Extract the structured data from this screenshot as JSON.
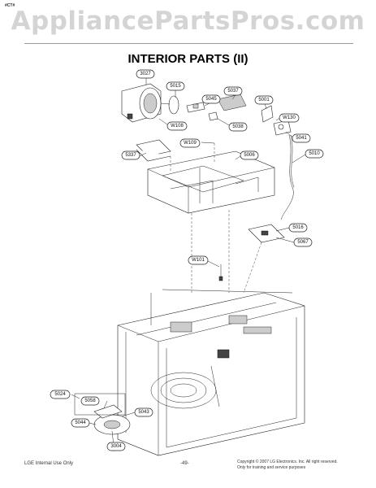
{
  "header": {
    "corner_code": "#CT#",
    "watermark": "AppliancePartsPros.com",
    "title": "INTERIOR PARTS (II)"
  },
  "part_labels": [
    {
      "id": "3027",
      "name": "label-3027"
    },
    {
      "id": "5015",
      "name": "label-5015"
    },
    {
      "id": "5037",
      "name": "label-5037"
    },
    {
      "id": "5045",
      "name": "label-5045"
    },
    {
      "id": "5001",
      "name": "label-5001"
    },
    {
      "id": "W130",
      "name": "label-w130"
    },
    {
      "id": "5038",
      "name": "label-5038"
    },
    {
      "id": "W108",
      "name": "label-w108"
    },
    {
      "id": "5041",
      "name": "label-5041"
    },
    {
      "id": "W109",
      "name": "label-w109"
    },
    {
      "id": "5337",
      "name": "label-5337"
    },
    {
      "id": "5006",
      "name": "label-5006"
    },
    {
      "id": "5010",
      "name": "label-5010"
    },
    {
      "id": "5016",
      "name": "label-5016"
    },
    {
      "id": "5067",
      "name": "label-5067"
    },
    {
      "id": "W101",
      "name": "label-w101"
    },
    {
      "id": "5024",
      "name": "label-5024"
    },
    {
      "id": "5058",
      "name": "label-5058"
    },
    {
      "id": "5043",
      "name": "label-5043"
    },
    {
      "id": "5044",
      "name": "label-5044"
    },
    {
      "id": "3004",
      "name": "label-3004"
    }
  ],
  "footer": {
    "left": "LGE Internal Use Only",
    "page": "-49-",
    "copyright": "Copyright © 2007 LG Electronics. Inc. All right reserved.",
    "note": "Only for training and service purposes"
  },
  "colors": {
    "watermark": "#d4d4d4",
    "line": "#222222",
    "background": "#ffffff"
  }
}
